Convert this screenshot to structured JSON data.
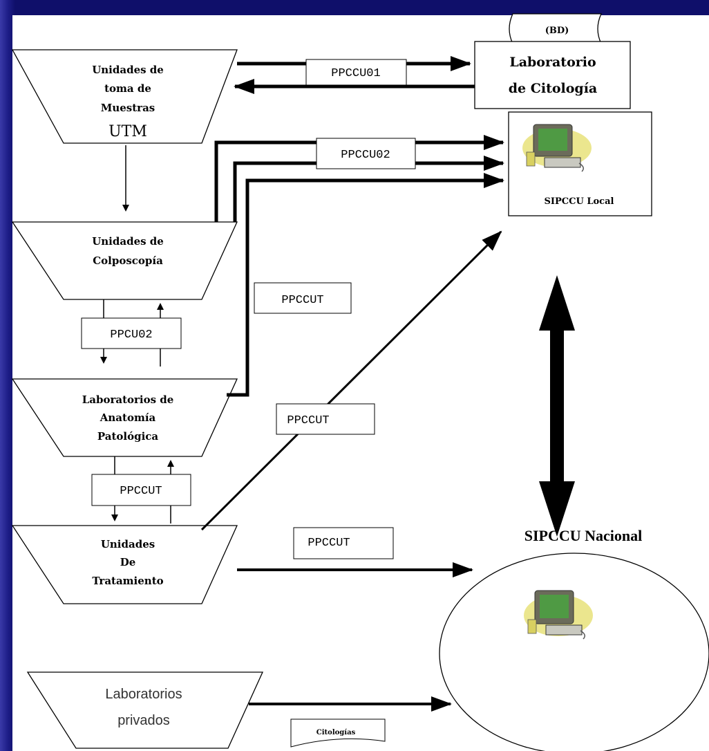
{
  "nodes": {
    "utm": {
      "lines": [
        "Unidades de",
        "toma de",
        "Muestras"
      ],
      "big": "UTM"
    },
    "colposcopia": {
      "lines": [
        "Unidades de",
        "Colposcopía"
      ]
    },
    "anatomia": {
      "lines": [
        "Laboratorios de",
        "Anatomía",
        "Patológica"
      ]
    },
    "tratamiento": {
      "lines": [
        "Unidades",
        "De",
        "Tratamiento"
      ]
    },
    "privados": {
      "lines": [
        "Laboratorios",
        "privados"
      ]
    },
    "laboratorio_citologia": {
      "lines": [
        "Laboratorio",
        "de Citología"
      ],
      "db": "(BD)"
    },
    "sipccu_local": {
      "label": "SIPCCU Local"
    },
    "sipccu_nacional": {
      "label": "SIPCCU Nacional"
    }
  },
  "labels": {
    "ppccu01": "PPCCU01",
    "ppccu02": "PPCCU02",
    "ppccut_a": "PPCCUT",
    "ppcu02": "PPCU02",
    "ppccut_b": "PPCCUT",
    "ppccut_c": "PPCCUT",
    "ppccut_d": "PPCCUT",
    "citologias": "Citologías"
  },
  "icons": [
    "computer-icon-local",
    "computer-icon-nacional"
  ],
  "colors": {
    "background": "#0f0f6a",
    "panel": "#ffffff",
    "line": "#000000"
  }
}
